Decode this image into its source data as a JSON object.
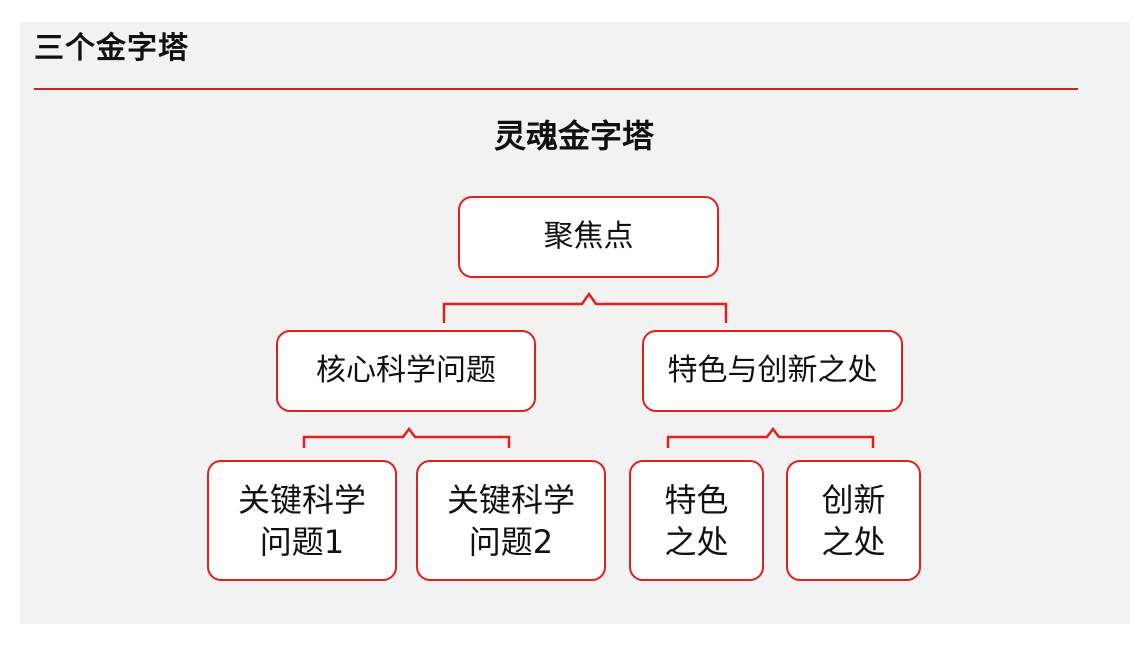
{
  "page": {
    "title": "三个金字塔"
  },
  "diagram": {
    "title": "灵魂金字塔",
    "root": {
      "label": "聚焦点"
    },
    "branches": [
      {
        "label": "核心科学问题",
        "children": [
          {
            "label": "关键科学\n问题1"
          },
          {
            "label": "关键科学\n问题2"
          }
        ]
      },
      {
        "label": "特色与创新之处",
        "children": [
          {
            "label": "特色\n之处"
          },
          {
            "label": "创新\n之处"
          }
        ]
      }
    ]
  },
  "colors": {
    "accent": "#e01f1f",
    "rule": "#c62828",
    "background": "#f2f2f2",
    "text": "#111111"
  }
}
